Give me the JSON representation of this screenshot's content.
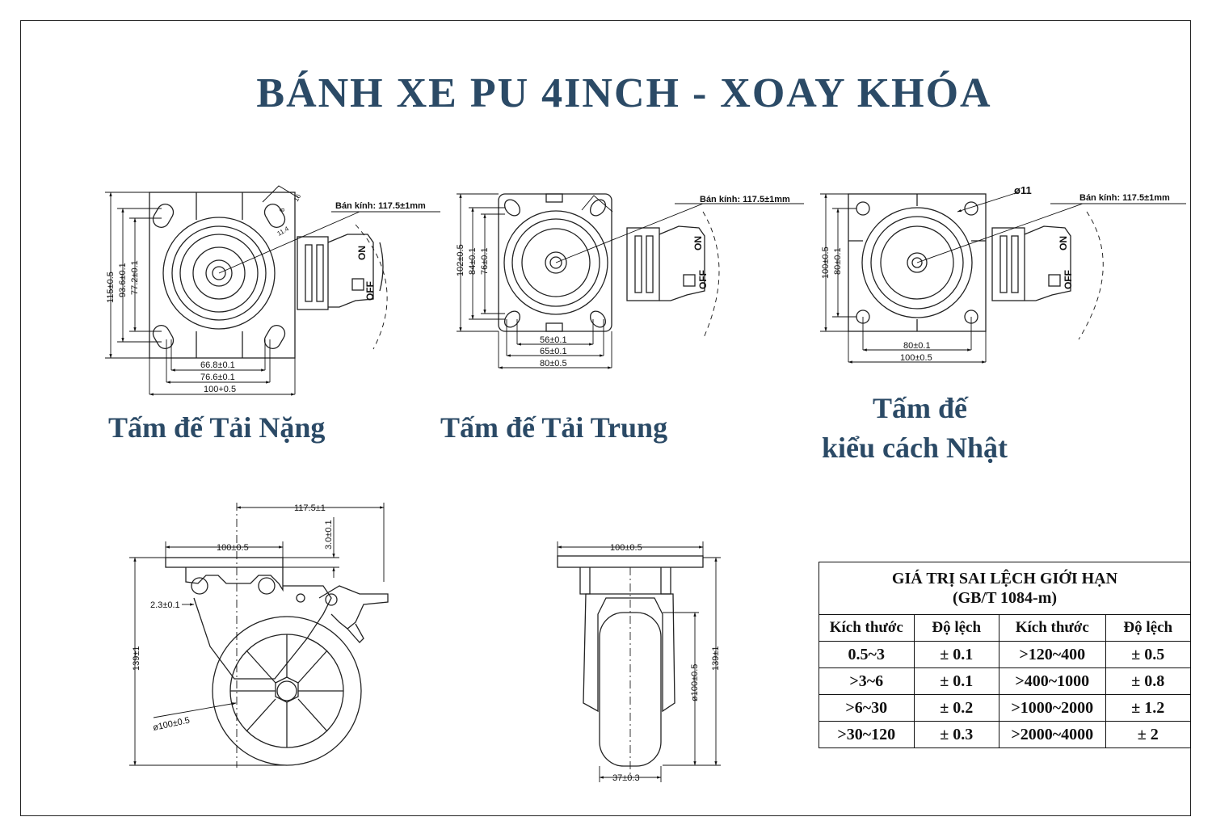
{
  "title": "BÁNH XE PU 4INCH - XOAY KHÓA",
  "captions": {
    "heavy": "Tấm đế Tải Nặng",
    "medium": "Tấm đế Tải Trung",
    "japan_line1": "Tấm đế",
    "japan_line2": "kiểu cách Nhật"
  },
  "labels": {
    "radius": "Bán kính: 117.5±1mm",
    "on": "ON",
    "off": "OFF",
    "hole": "ø11"
  },
  "heavy_plate": {
    "h_outer": "115±0.5",
    "h_mid": "93.6±0.1",
    "h_inner": "77.2±0.1",
    "w1": "66.8±0.1",
    "w2": "76.6±0.1",
    "w3": "100+0.5",
    "slot1": "8",
    "slot2": "16",
    "slot3": "11.4"
  },
  "medium_plate": {
    "h_outer": "102±0.5",
    "h_mid": "84±0.1",
    "h_inner": "76±0.1",
    "w1": "56±0.1",
    "w2": "65±0.1",
    "w3": "80±0.5"
  },
  "japan_plate": {
    "h_outer": "100±0.5",
    "h_inner": "80±0.1",
    "w1": "80±0.1",
    "w2": "100±0.5"
  },
  "side_view": {
    "offset": "117.5±1",
    "plate": "100±0.5",
    "thickness": "3.0±0.1",
    "gap": "2.3±0.1",
    "height": "139±1",
    "wheel": "ø100±0.5"
  },
  "front_view": {
    "plate": "100±0.5",
    "height": "139±1",
    "wheel": "ø100±0.5",
    "width": "37±0.3"
  },
  "table": {
    "title": "GIÁ TRỊ SAI LỆCH GIỚI HẠN",
    "subtitle": "(GB/T 1084-m)",
    "headers": [
      "Kích thước",
      "Độ lệch",
      "Kích thước",
      "Độ lệch"
    ],
    "rows": [
      [
        "0.5~3",
        "± 0.1",
        ">120~400",
        "± 0.5"
      ],
      [
        ">3~6",
        "± 0.1",
        ">400~1000",
        "± 0.8"
      ],
      [
        ">6~30",
        "± 0.2",
        ">1000~2000",
        "± 1.2"
      ],
      [
        ">30~120",
        "± 0.3",
        ">2000~4000",
        "±  2"
      ]
    ]
  }
}
